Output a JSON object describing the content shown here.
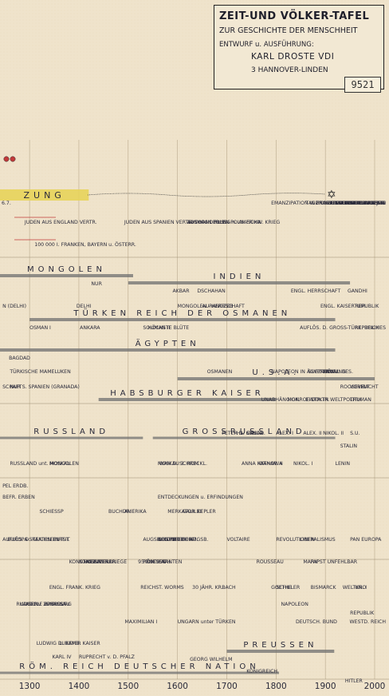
{
  "header": {
    "title": "ZEIT-UND VÖLKER-TAFEL",
    "subtitle": "ZUR GESCHICHTE DER MENSCHHEIT",
    "design_label": "ENTWURF u. AUSFÜHRUNG:",
    "author": "KARL DROSTE VDI",
    "address": "3 HANNOVER-LINDEN",
    "inventory_number": "9521"
  },
  "colors": {
    "paper": "#efe3cb",
    "ink": "#2a2a3a",
    "red": "#c23a3a",
    "yellow": "#e7d35a",
    "green": "#7fa35a",
    "band": "#6f6f6f"
  },
  "chart_data": {
    "type": "timeline",
    "x_ticks": [
      1300,
      1400,
      1500,
      1600,
      1700,
      1800,
      1900,
      2000
    ],
    "xlim": [
      1240,
      2000
    ],
    "bands": [
      {
        "label": "ZUNG",
        "row": "top",
        "start": 1240,
        "end": 1420
      },
      {
        "label": "MONGOLEN",
        "row": "mongolen",
        "start": 1240,
        "end": 1510
      },
      {
        "label": "INDIEN",
        "row": "indien",
        "start": 1500,
        "end": 1950
      },
      {
        "label": "TÜRKEN REICH DER OSMANEN",
        "row": "osmanen",
        "start": 1300,
        "end": 1920
      },
      {
        "label": "ÄGYPTEN",
        "row": "aegypten",
        "start": 1240,
        "end": 1920
      },
      {
        "label": "U.S.A.",
        "row": "usa",
        "start": 1600,
        "end": 2000
      },
      {
        "label": "RUSSLAND",
        "row": "russland",
        "start": 1240,
        "end": 1530
      },
      {
        "label": "GROSSRUSSLAND",
        "row": "russland",
        "start": 1550,
        "end": 1920
      },
      {
        "label": "HABSBURGER KAISER",
        "row": "habsburg",
        "start": 1440,
        "end": 1800
      },
      {
        "label": "PREUSSEN",
        "row": "preussen",
        "start": 1700,
        "end": 1918
      },
      {
        "label": "RÖM. REICH DEUTSCHER NATION",
        "row": "hrr",
        "start": 1240,
        "end": 1806
      }
    ],
    "annotations": [
      {
        "text": "6.7.",
        "x": 1242,
        "row": "top"
      },
      {
        "text": "JUDEN AUS ENGLAND VERTR.",
        "x": 1290,
        "row": "juden"
      },
      {
        "text": "JUDEN AUS SPANIEN VERTR.",
        "x": 1492,
        "row": "juden"
      },
      {
        "text": "100 000 I. FRANKEN, BAYERN u. ÖSTERR.",
        "x": 1310,
        "row": "juden2"
      },
      {
        "text": "12 000 IN POLEN",
        "x": 1620,
        "row": "juden"
      },
      {
        "text": "400 000 I. RUSS.-POLN.-SCHW. KRIEG",
        "x": 1620,
        "row": "juden"
      },
      {
        "text": "AUSWANDERUNG n. AMERIKA",
        "x": 1620,
        "row": "juden"
      },
      {
        "text": "EMANZIPATION IN FRANKREICH",
        "x": 1790,
        "row": "top"
      },
      {
        "text": "TAGUNG D. HOH. RATES - DER.",
        "x": 1860,
        "row": "top"
      },
      {
        "text": "THEBR. UNI 1 JER.",
        "x": 1960,
        "row": "top"
      },
      {
        "text": "KONF. I. SAN REMO",
        "x": 1940,
        "row": "top"
      },
      {
        "text": "BALFOUR DEKLARATION",
        "x": 1930,
        "row": "top"
      },
      {
        "text": "ZIONISTEN KONGR. BASEL",
        "x": 1880,
        "row": "top"
      },
      {
        "text": "STAAT ISRAEL 15.5.48",
        "x": 1948,
        "row": "top"
      },
      {
        "text": "HITLER VERFOLG.",
        "x": 1940,
        "row": "top"
      },
      {
        "text": "RUSS. VERFOLG.",
        "x": 1905,
        "row": "top"
      },
      {
        "text": "NUR",
        "x": 1425,
        "row": "mongolen"
      },
      {
        "text": "AKBAR",
        "x": 1590,
        "row": "indien"
      },
      {
        "text": "DSCHAHAN",
        "x": 1640,
        "row": "indien"
      },
      {
        "text": "ENGL. HERRSCHAFT",
        "x": 1830,
        "row": "indien"
      },
      {
        "text": "GANDHI",
        "x": 1945,
        "row": "indien"
      },
      {
        "text": "MONGOLEN - HERRSCHAFT",
        "x": 1600,
        "row": "indien2"
      },
      {
        "text": "AURANGZEB",
        "x": 1650,
        "row": "indien2"
      },
      {
        "text": "ENGL. KAISERTUM",
        "x": 1890,
        "row": "indien2"
      },
      {
        "text": "REPUBLIK",
        "x": 1960,
        "row": "indien2"
      },
      {
        "text": "N (DELHI)",
        "x": 1245,
        "row": "indien2"
      },
      {
        "text": "DELHI",
        "x": 1395,
        "row": "indien2"
      },
      {
        "text": "HÖCHSTE BLÜTE",
        "x": 1540,
        "row": "osmanen"
      },
      {
        "text": "AUFLÖS. D. GROSS-TÜRK. REICHES",
        "x": 1900,
        "row": "osmanen"
      },
      {
        "text": "REPUBLIK",
        "x": 1960,
        "row": "osmanen"
      },
      {
        "text": "OSMAN I",
        "x": 1300,
        "row": "osmanen"
      },
      {
        "text": "ANKARA",
        "x": 1402,
        "row": "osmanen"
      },
      {
        "text": "SOLIMAN II",
        "x": 1530,
        "row": "osmanen"
      },
      {
        "text": "BAGDAD",
        "x": 1258,
        "row": "aegypten"
      },
      {
        "text": "TÜRKISCHE MAMELUKEN",
        "x": 1260,
        "row": "aegypten2"
      },
      {
        "text": "OSMANEN",
        "x": 1660,
        "row": "aegypten2"
      },
      {
        "text": "NAPOLEON IN ÄGYPTEN",
        "x": 1790,
        "row": "aegypten2"
      },
      {
        "text": "SUEZ-KANAL",
        "x": 1865,
        "row": "aegypten2"
      },
      {
        "text": "ENGL. BES.",
        "x": 1900,
        "row": "aegypten2"
      },
      {
        "text": "KRÖNUNG",
        "x": 1890,
        "row": "aegypten2"
      },
      {
        "text": "SCHAFT",
        "x": 1245,
        "row": "usa"
      },
      {
        "text": "NUR S. SPANIEN (GRANADA)",
        "x": 1260,
        "row": "usa"
      },
      {
        "text": "ROOSEVELT",
        "x": 1930,
        "row": "usa"
      },
      {
        "text": "VORMACHT",
        "x": 1950,
        "row": "usa"
      },
      {
        "text": "UNABHÄNGIGK.",
        "x": 1770,
        "row": "usa2"
      },
      {
        "text": "MONROE-DOKTR.",
        "x": 1823,
        "row": "usa2"
      },
      {
        "text": "EINTR. IN WELTPOLITIK",
        "x": 1860,
        "row": "usa2"
      },
      {
        "text": "TRUMAN",
        "x": 1950,
        "row": "usa2"
      },
      {
        "text": "HL. SYNOD",
        "x": 1720,
        "row": "russ0"
      },
      {
        "text": "PETER D. GR.",
        "x": 1690,
        "row": "russ0"
      },
      {
        "text": "ELISAB.",
        "x": 1740,
        "row": "russ0"
      },
      {
        "text": "ALEX. I",
        "x": 1800,
        "row": "russ0"
      },
      {
        "text": "ALEX. II",
        "x": 1855,
        "row": "russ0"
      },
      {
        "text": "NIKOL. II",
        "x": 1895,
        "row": "russ0"
      },
      {
        "text": "S.U.",
        "x": 1950,
        "row": "russ0"
      },
      {
        "text": "STALIN",
        "x": 1930,
        "row": "russland"
      },
      {
        "text": "KATHAR. II",
        "x": 1762,
        "row": "russ2"
      },
      {
        "text": "RUSSLAND unt. MONGOLEN",
        "x": 1260,
        "row": "russ2"
      },
      {
        "text": "MOSKAU",
        "x": 1340,
        "row": "russ2"
      },
      {
        "text": "IWAN D. SCHRECKL.",
        "x": 1560,
        "row": "russ2"
      },
      {
        "text": "MOSKAU 3. ROM",
        "x": 1560,
        "row": "russ2"
      },
      {
        "text": "ANNA IWANOWA",
        "x": 1730,
        "row": "russ2"
      },
      {
        "text": "NIKOL. I",
        "x": 1835,
        "row": "russ2"
      },
      {
        "text": "LENIN",
        "x": 1920,
        "row": "russ2"
      },
      {
        "text": "PEL ERDB.",
        "x": 1245,
        "row": "russ3"
      },
      {
        "text": "ENTDECKUNGEN u. ERFINDUNGEN",
        "x": 1560,
        "row": "erfind"
      },
      {
        "text": "BEFR. ERBEN",
        "x": 1245,
        "row": "erfind"
      },
      {
        "text": "SCHIESSP",
        "x": 1320,
        "row": "erfind2"
      },
      {
        "text": "BUCHDR.",
        "x": 1460,
        "row": "erfind2"
      },
      {
        "text": "AMERIKA",
        "x": 1492,
        "row": "erfind2"
      },
      {
        "text": "MERKATOR",
        "x": 1580,
        "row": "erfind2"
      },
      {
        "text": "GALILEI",
        "x": 1610,
        "row": "erfind2"
      },
      {
        "text": "KEPLER",
        "x": 1640,
        "row": "erfind2"
      },
      {
        "text": "AUFLÖS. D. REICHSEINHEIT",
        "x": 1245,
        "row": "reform"
      },
      {
        "text": "EUROPA-STAATEN ENTST.",
        "x": 1255,
        "row": "reform"
      },
      {
        "text": "GEGENREFORM.",
        "x": 1560,
        "row": "reform"
      },
      {
        "text": "KONZIL TRIENT",
        "x": 1560,
        "row": "reform"
      },
      {
        "text": "AUGSB. KONF.",
        "x": 1530,
        "row": "reform"
      },
      {
        "text": "REL. FRIEDE AUGSB.",
        "x": 1560,
        "row": "reform"
      },
      {
        "text": "VOLTAIRE",
        "x": 1700,
        "row": "reform"
      },
      {
        "text": "REVOLUTIONEN",
        "x": 1800,
        "row": "reform"
      },
      {
        "text": "LIBERALISMUS",
        "x": 1848,
        "row": "reform"
      },
      {
        "text": "PAN EUROPA",
        "x": 1950,
        "row": "reform"
      },
      {
        "text": "KONZILE",
        "x": 1400,
        "row": "konzil"
      },
      {
        "text": "KONSTANZ",
        "x": 1380,
        "row": "konzil"
      },
      {
        "text": "BASEL",
        "x": 1430,
        "row": "konzil"
      },
      {
        "text": "HUSS VERBR.",
        "x": 1410,
        "row": "konzil"
      },
      {
        "text": "HUSSITENKRIEGE",
        "x": 1410,
        "row": "konzil"
      },
      {
        "text": "RÖM. KATH.",
        "x": 1530,
        "row": "konzil"
      },
      {
        "text": "95 THESEN",
        "x": 1520,
        "row": "konzil"
      },
      {
        "text": "PROTESTANTEN",
        "x": 1530,
        "row": "konzil"
      },
      {
        "text": "ROUSSEAU",
        "x": 1760,
        "row": "konzil"
      },
      {
        "text": "MARX",
        "x": 1855,
        "row": "konzil"
      },
      {
        "text": "PAPST UNFEHLBAR",
        "x": 1870,
        "row": "konzil"
      },
      {
        "text": "ENGL. FRANK. KRIEG",
        "x": 1340,
        "row": "kaiser"
      },
      {
        "text": "REICHST. WORMS",
        "x": 1525,
        "row": "kaiser"
      },
      {
        "text": "30 JÄHR. KR.",
        "x": 1630,
        "row": "kaiser"
      },
      {
        "text": "BACH",
        "x": 1690,
        "row": "kaiser"
      },
      {
        "text": "GOETHE",
        "x": 1790,
        "row": "kaiser"
      },
      {
        "text": "SCHILLER",
        "x": 1800,
        "row": "kaiser"
      },
      {
        "text": "BISMARCK",
        "x": 1870,
        "row": "kaiser"
      },
      {
        "text": "WELTKR. I",
        "x": 1935,
        "row": "kaiser"
      },
      {
        "text": "UNO",
        "x": 1960,
        "row": "kaiser"
      },
      {
        "text": "PEST",
        "x": 1350,
        "row": "pest"
      },
      {
        "text": "NAPOLEON",
        "x": 1810,
        "row": "pest"
      },
      {
        "text": "HITLER",
        "x": 1940,
        "row": "hrr"
      },
      {
        "text": "KAISERL. ZEIT",
        "x": 1280,
        "row": "pest"
      },
      {
        "text": "RUDOLF v. HABSBURG",
        "x": 1273,
        "row": "pest"
      },
      {
        "text": "ADOLF v. NASSAU",
        "x": 1292,
        "row": "pest"
      },
      {
        "text": "LUXEMB. KAISER",
        "x": 1360,
        "row": "lux"
      },
      {
        "text": "LUDWIG D. BAYER",
        "x": 1314,
        "row": "lux"
      },
      {
        "text": "KARL IV",
        "x": 1346,
        "row": "lux2"
      },
      {
        "text": "RUPRECHT v. D. PFALZ",
        "x": 1400,
        "row": "lux2"
      },
      {
        "text": "UNGARN unter TÜRKEN",
        "x": 1600,
        "row": "habsb2"
      },
      {
        "text": "MAXIMILIAN I",
        "x": 1493,
        "row": "habsb2"
      },
      {
        "text": "DEUTSCH. BUND",
        "x": 1840,
        "row": "habsb2"
      },
      {
        "text": "WESTD. REICH",
        "x": 1955,
        "row": "habsb2"
      },
      {
        "text": "GEORG WILHELM",
        "x": 1625,
        "row": "preussen"
      },
      {
        "text": "KÖNIGREICH",
        "x": 1740,
        "row": "preussen2"
      },
      {
        "text": "REPUBLIK",
        "x": 1950,
        "row": "habsb"
      }
    ]
  }
}
